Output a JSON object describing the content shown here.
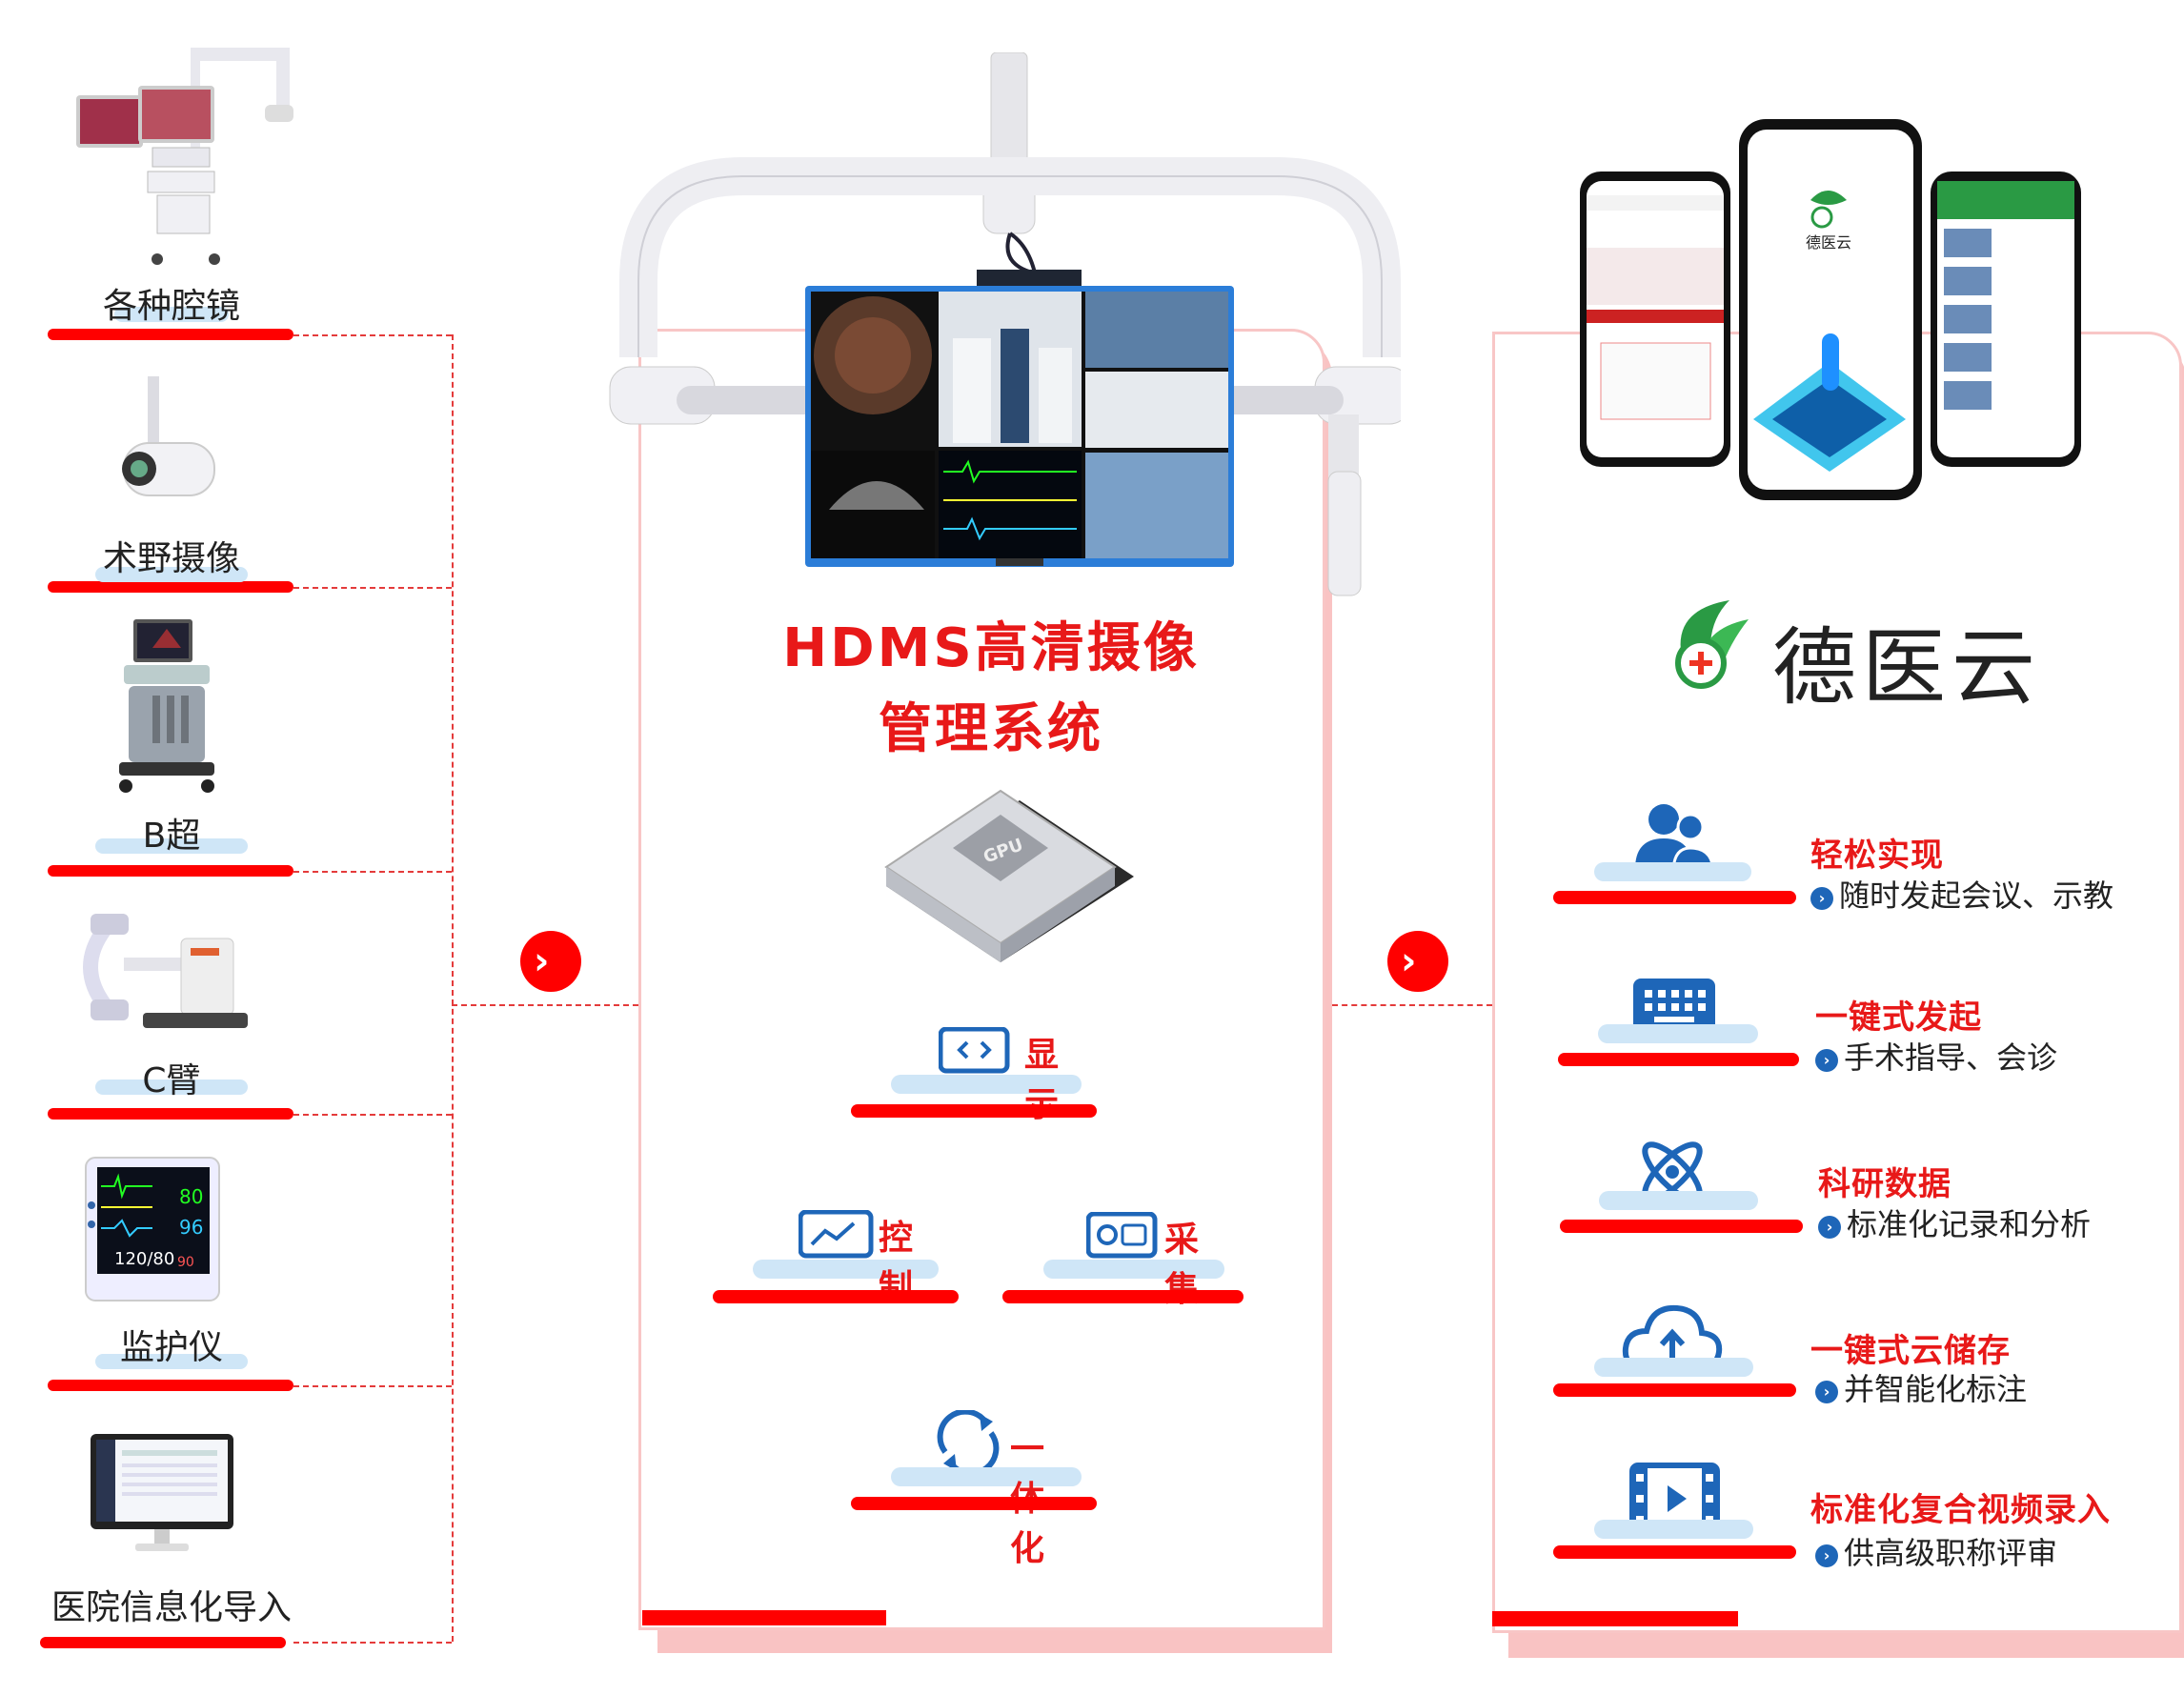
{
  "left_sources": [
    {
      "label": "各种腔镜",
      "icon": "laparoscope-cart-icon"
    },
    {
      "label": "术野摄像",
      "icon": "surgical-camera-icon"
    },
    {
      "label": "B超",
      "icon": "ultrasound-machine-icon"
    },
    {
      "label": "C臂",
      "icon": "c-arm-icon"
    },
    {
      "label": "监护仪",
      "icon": "patient-monitor-icon"
    },
    {
      "label": "医院信息化导入",
      "icon": "computer-monitor-icon"
    }
  ],
  "monitor_readouts": {
    "a": "80",
    "b": "96",
    "c": "120/80",
    "d": "90"
  },
  "hdms": {
    "title_line1": "HDMS高清摄像",
    "title_line2": "管理系统",
    "chip_label": "GPU",
    "features": [
      {
        "label": "显示",
        "icon": "display-code-icon"
      },
      {
        "label": "控制",
        "icon": "chart-monitor-icon"
      },
      {
        "label": "采集",
        "icon": "capture-device-icon"
      },
      {
        "label": "一体化",
        "icon": "sync-cycle-icon"
      }
    ]
  },
  "brand": {
    "name": "德医云",
    "phone_app_name": "德医云"
  },
  "right_features": [
    {
      "title": "轻松实现",
      "subtitle": "随时发起会议、示教",
      "icon": "users-icon"
    },
    {
      "title": "一键式发起",
      "subtitle": "手术指导、会诊",
      "icon": "keyboard-icon"
    },
    {
      "title": "科研数据",
      "subtitle": "标准化记录和分析",
      "icon": "atom-icon"
    },
    {
      "title": "一键式云储存",
      "subtitle": "并智能化标注",
      "icon": "cloud-upload-icon"
    },
    {
      "title": "标准化复合视频录入",
      "subtitle": "供高级职称评审",
      "icon": "video-film-icon"
    }
  ],
  "colors": {
    "accent_red": "#ff0000",
    "title_red": "#e81919",
    "icon_blue": "#1e66b8",
    "highlight_blue": "#cfe6f7",
    "panel_pink": "#f8c6c6"
  }
}
